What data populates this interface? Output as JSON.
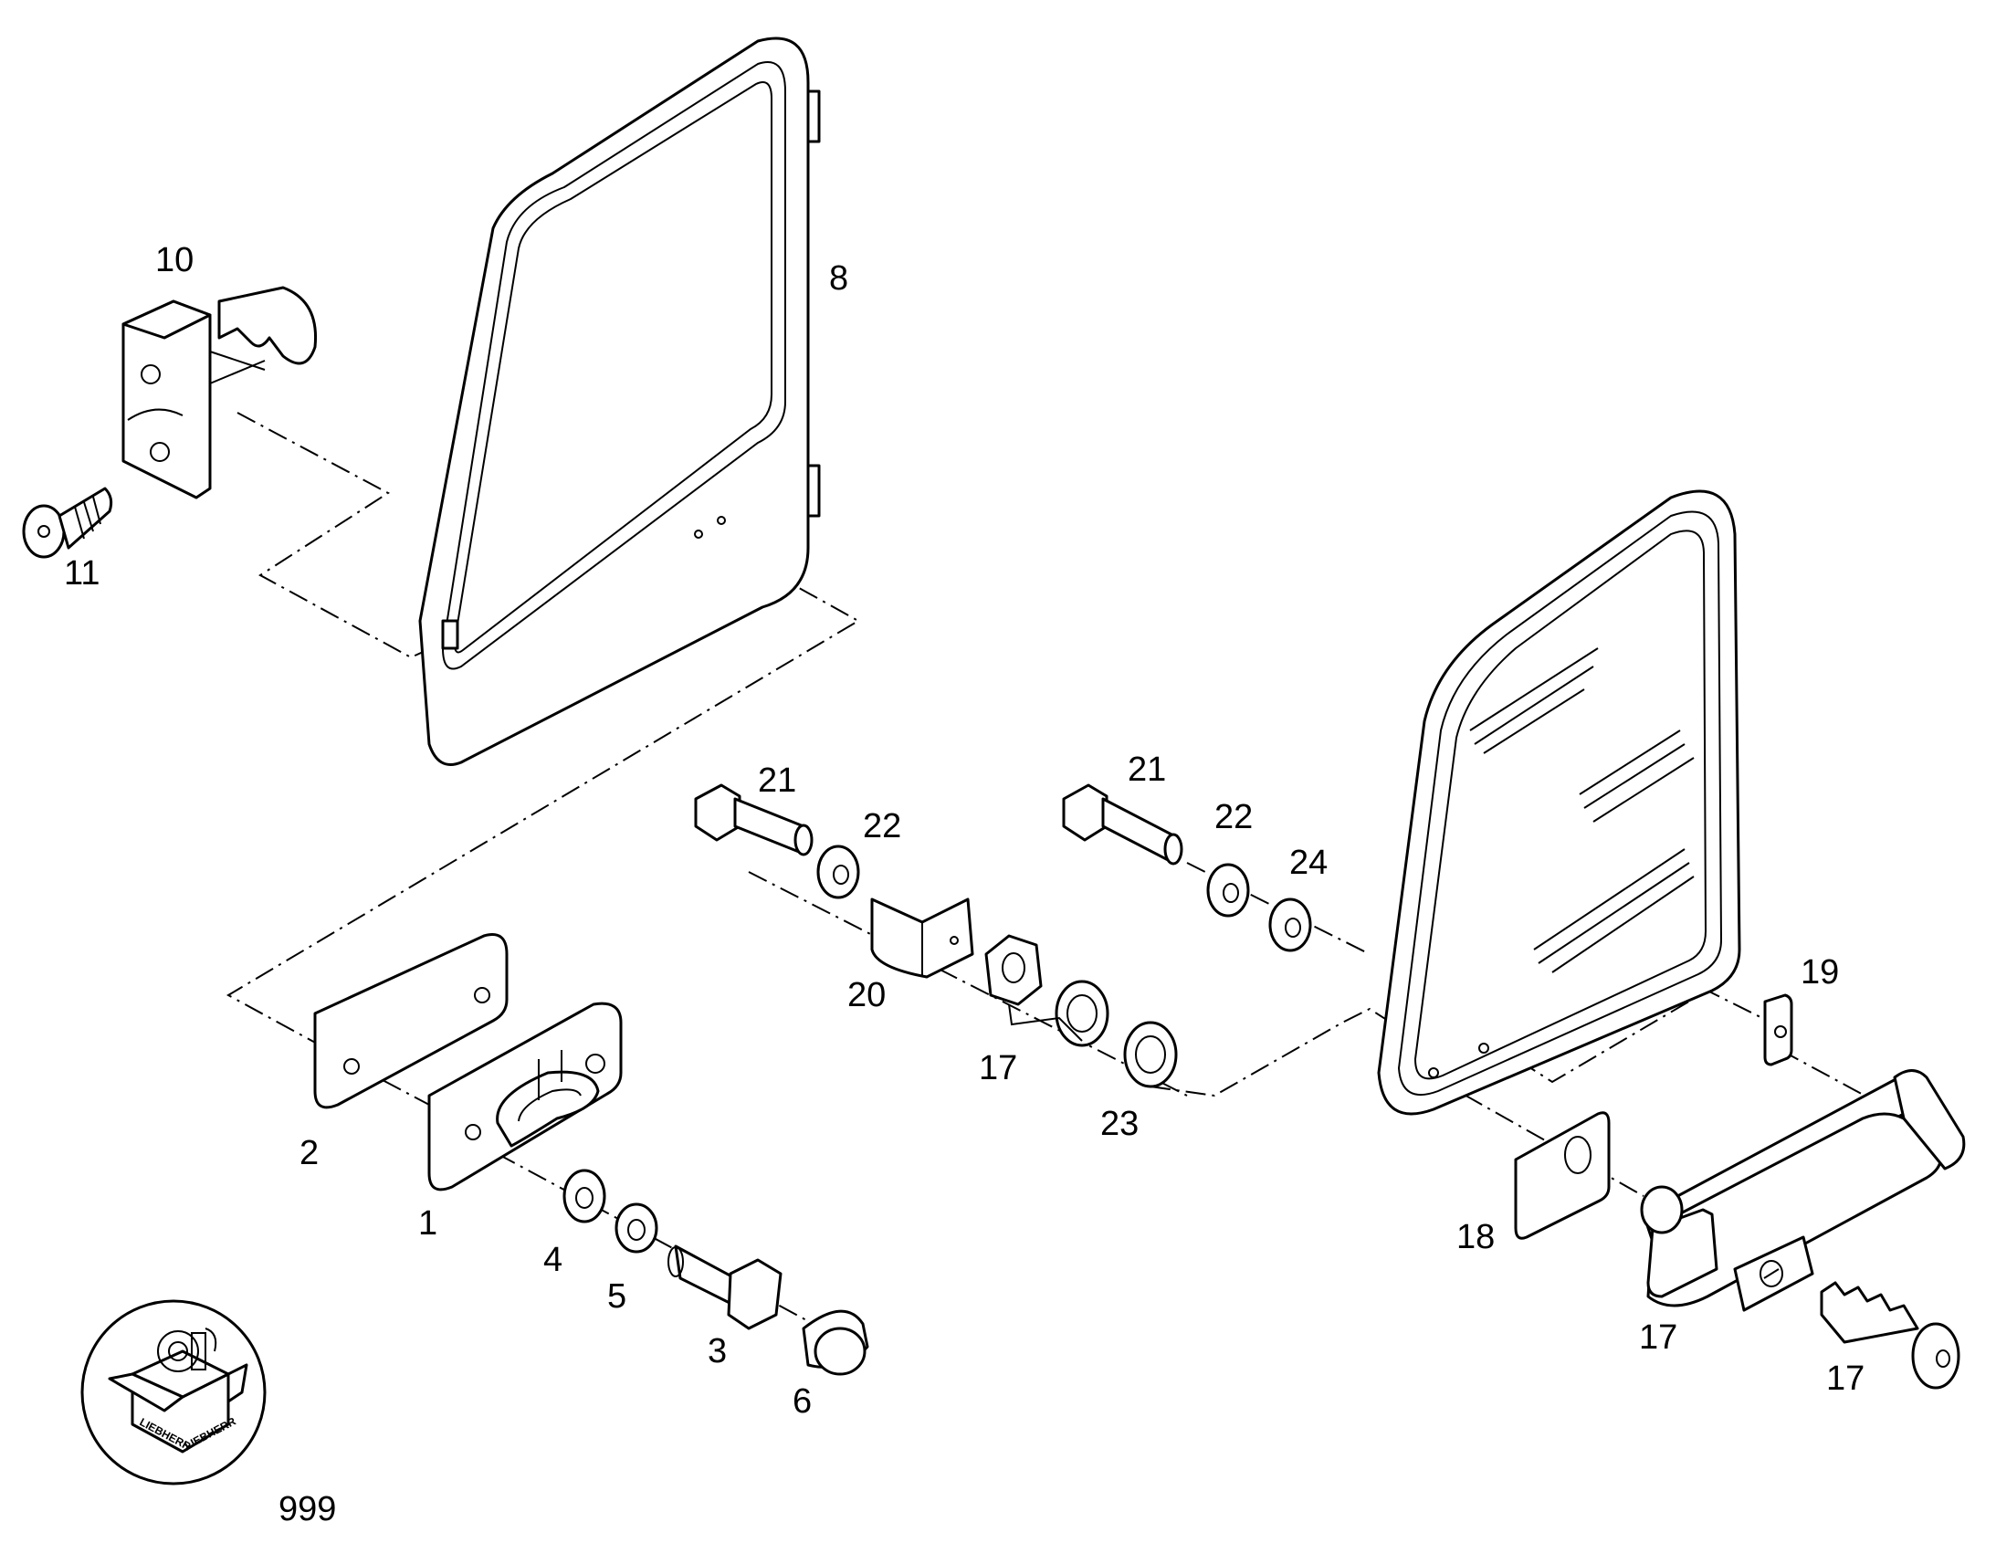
{
  "diagram": {
    "labels": {
      "p1": "1",
      "p2": "2",
      "p3": "3",
      "p4": "4",
      "p5": "5",
      "p6": "6",
      "p8": "8",
      "p10": "10",
      "p11": "11",
      "p17a": "17",
      "p17b": "17",
      "p17c": "17",
      "p18": "18",
      "p19": "19",
      "p20": "20",
      "p21a": "21",
      "p21b": "21",
      "p22a": "22",
      "p22b": "22",
      "p23": "23",
      "p24": "24",
      "p999": "999"
    },
    "box_brand": "LIEBHERR"
  }
}
